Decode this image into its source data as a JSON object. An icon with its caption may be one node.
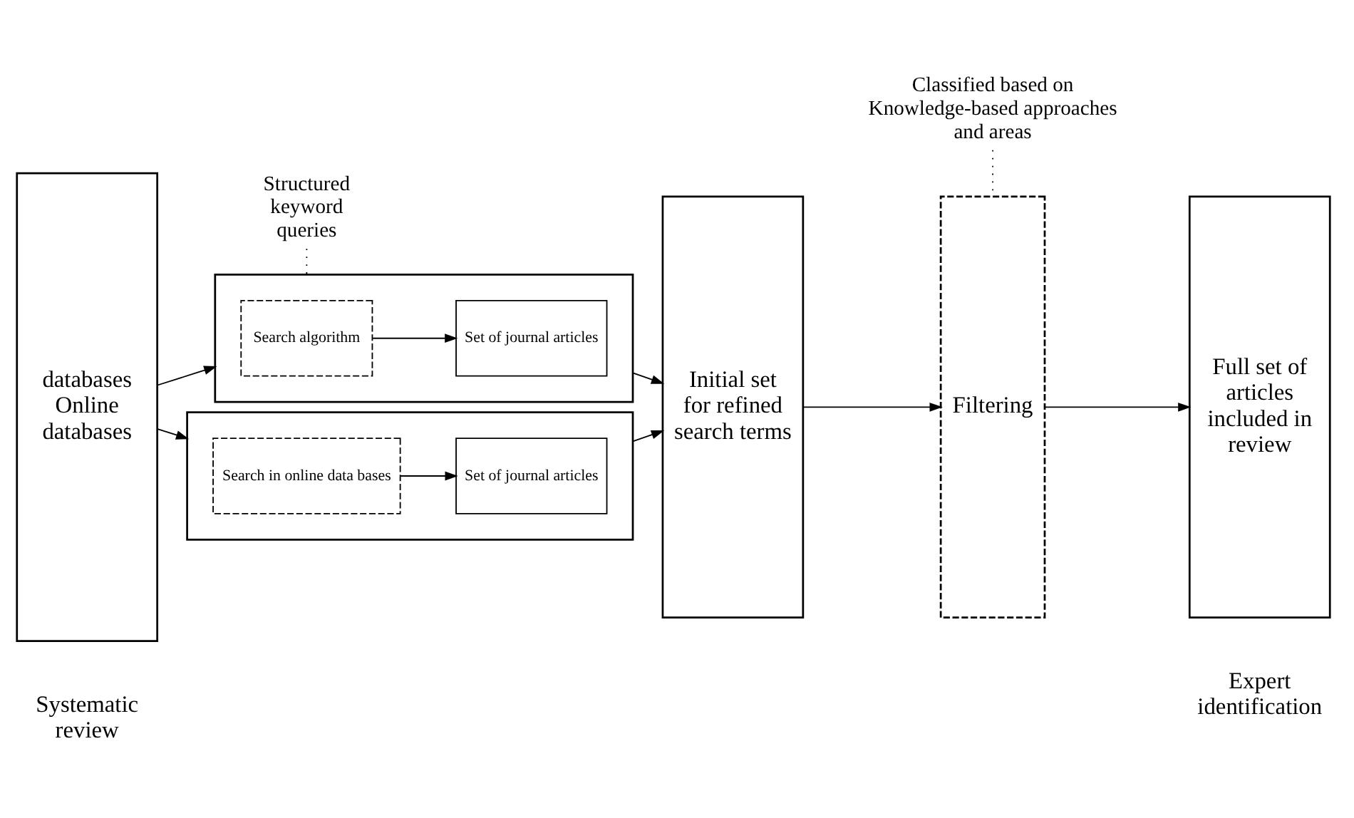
{
  "diagram": {
    "nodes": [
      {
        "text": [
          "databases",
          "Online databases"
        ]
      },
      {
        "text": [
          "Structured keyword queries"
        ]
      },
      {
        "text": [],
        "shape": "box"
      },
      {
        "text": [
          "Search algorithm"
        ],
        "in": 2
      },
      {
        "text": [
          "Set of journal articles"
        ],
        "in": 2
      },
      {
        "text": [],
        "shape": "box"
      },
      {
        "text": [
          "Search in online data bases"
        ],
        "in": 5
      },
      {
        "text": [
          "Set of journal articles"
        ],
        "in": 5
      },
      {
        "text": [
          "Initial set for refined search terms"
        ]
      },
      {
        "text": [
          "Classified based on Knowledge-based approaches and areas"
        ]
      },
      {
        "text": [
          "Filtering"
        ]
      },
      {
        "text": [
          "Full set of articles included in review"
        ]
      }
    ],
    "edges": [
      {
        "from": 0,
        "to": 2,
        "arrow": "to"
      },
      {
        "from": 3,
        "to": 4,
        "arrow": "to"
      },
      {
        "from": 2,
        "to": 8,
        "arrow": "to"
      },
      {
        "from": 0,
        "to": 5,
        "arrow": "to"
      },
      {
        "from": 6,
        "to": 7,
        "arrow": "to"
      },
      {
        "from": 5,
        "to": 8,
        "arrow": "to"
      },
      {
        "from": 1,
        "to": 2,
        "arrow": "none",
        "style": "dashed"
      },
      {
        "from": 8,
        "to": 10,
        "arrow": "to"
      },
      {
        "from": 10,
        "to": 11,
        "arrow": "to"
      },
      {
        "from": 9,
        "to": 10,
        "arrow": "none",
        "style": "dashed"
      }
    ],
    "labels": [
      "Systematic review",
      "Expert identification"
    ]
  }
}
